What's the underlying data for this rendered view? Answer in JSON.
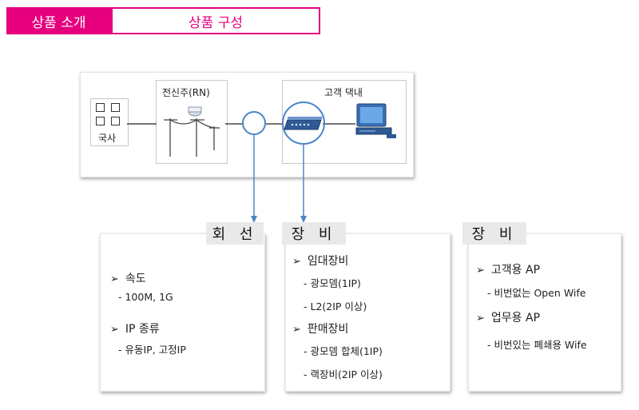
{
  "header": {
    "tab_intro": "상품 소개",
    "tab_config": "상품 구성"
  },
  "diagram": {
    "office_label": "국사",
    "pole_label": "전신주(RN)",
    "premises_label": "고객 댁내"
  },
  "cards": {
    "line": {
      "title": "회 선",
      "items": [
        {
          "label": "속도",
          "subs": [
            "- 100M, 1G"
          ]
        },
        {
          "label": "IP 종류",
          "subs": [
            "- 유동IP, 고정IP"
          ]
        }
      ]
    },
    "equipment_a": {
      "title": "장 비",
      "items": [
        {
          "label": "임대장비",
          "subs": [
            "- 광모뎀(1IP)",
            "- L2(2IP 이상)"
          ]
        },
        {
          "label": "판매장비",
          "subs": [
            "- 광모뎀 합체(1IP)",
            "- 랙장비(2IP 이상)"
          ]
        }
      ]
    },
    "equipment_b": {
      "title": "장 비",
      "items": [
        {
          "label": "고객용 AP",
          "subs": [
            "- 비번없는 Open Wife"
          ]
        },
        {
          "label": "업무용 AP",
          "subs": [
            "- 비번있는 폐쇄용 Wife"
          ]
        }
      ]
    }
  },
  "colors": {
    "accent": "#e6007e",
    "connector": "#4a86c8"
  },
  "icons": {
    "office": "building-icon",
    "pole": "utility-pole-icon",
    "modem": "modem-icon",
    "computer": "computer-icon",
    "bullet": "arrowhead-bullet-icon"
  }
}
